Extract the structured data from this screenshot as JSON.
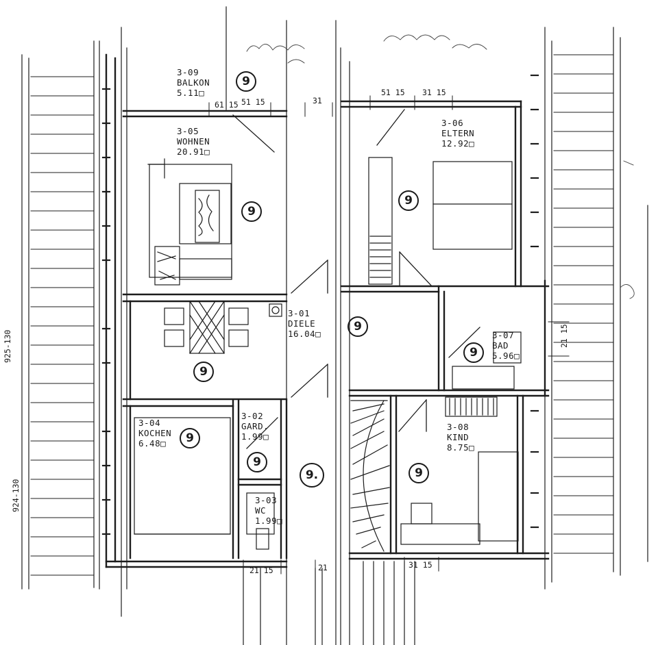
{
  "rooms": [
    {
      "number": "3-09",
      "name": "BALKON",
      "area": "5.11□"
    },
    {
      "number": "3-05",
      "name": "WOHNEN",
      "area": "20.91□"
    },
    {
      "number": "3-06",
      "name": "ELTERN",
      "area": "12.92□"
    },
    {
      "number": "3-01",
      "name": "DIELE",
      "area": "16.04□"
    },
    {
      "number": "3-07",
      "name": "BAD",
      "area": "5.96□"
    },
    {
      "number": "3-04",
      "name": "KOCHEN",
      "area": "6.48□"
    },
    {
      "number": "3-02",
      "name": "GARD.",
      "area": "1.99□"
    },
    {
      "number": "3-03",
      "name": "WC",
      "area": "1.99□"
    },
    {
      "number": "3-08",
      "name": "KIND",
      "area": "8.75□"
    }
  ],
  "markers": {
    "nine": "9",
    "nine_dot": "9."
  },
  "dimensions": {
    "d_5115_left": "51 15",
    "d_6115": "61 15",
    "d_31_top": "31",
    "d_5115_right": "51 15",
    "d_3115_top": "31 15",
    "d_2115_bottom": "21 15",
    "d_21_bottom": "21",
    "d_3115_bottom": "31 15",
    "d_2115_right": "21 15",
    "d_side_upper": "925-130",
    "d_side_lower": "924-130"
  }
}
